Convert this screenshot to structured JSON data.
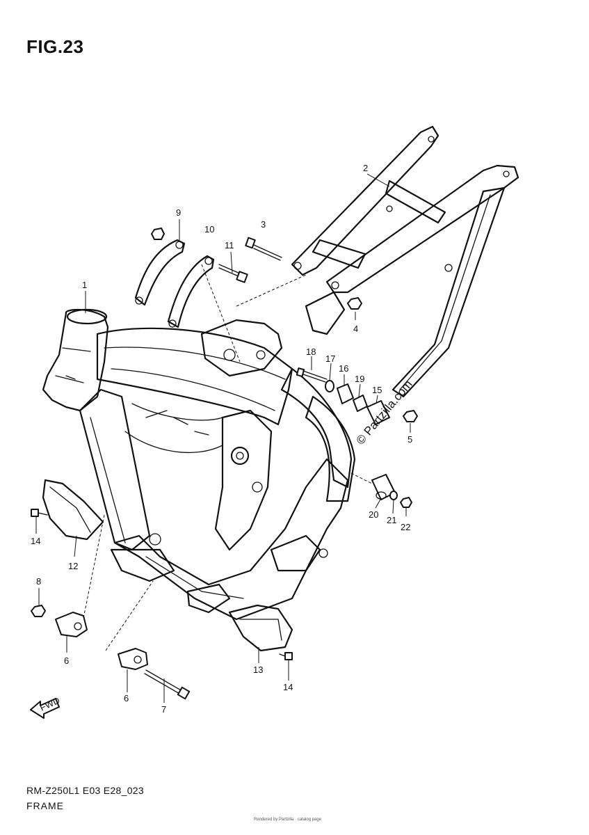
{
  "figure": {
    "title": "FIG.23"
  },
  "callouts": {
    "c1": "1",
    "c2": "2",
    "c3": "3",
    "c4": "4",
    "c5": "5",
    "c6a": "6",
    "c6b": "6",
    "c7": "7",
    "c8": "8",
    "c9": "9",
    "c10": "10",
    "c11": "11",
    "c12": "12",
    "c13": "13",
    "c14a": "14",
    "c14b": "14",
    "c15": "15",
    "c16": "16",
    "c17": "17",
    "c18": "18",
    "c19": "19",
    "c20": "20",
    "c21": "21",
    "c22": "22"
  },
  "watermark": "© Partzilla.com",
  "fwd_label": "FWD",
  "footer": {
    "code": "RM-Z250L1 E03 E28_023",
    "name": "FRAME",
    "small": "Rendered by Partzilla · catalog page"
  }
}
